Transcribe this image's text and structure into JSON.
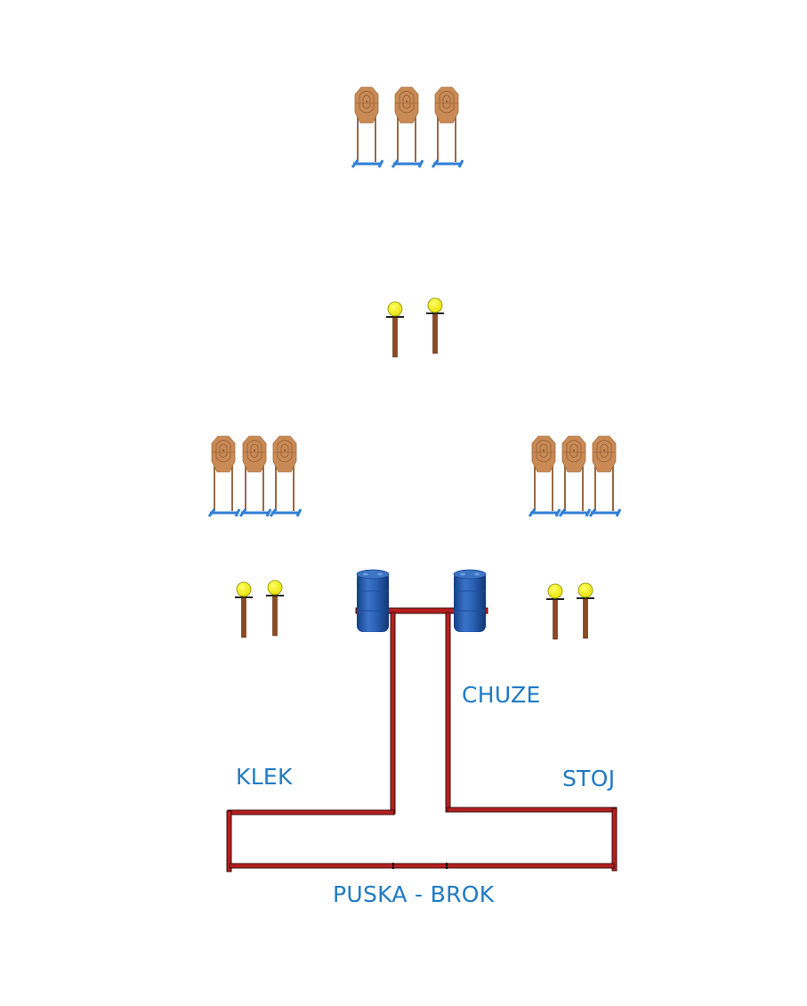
{
  "diagram": {
    "title": "Shooting stage layout",
    "labels": {
      "klek": "KLEK",
      "stoj": "STOJ",
      "chuze": "CHUZE",
      "puska_brok": "PUSKA - BROK"
    },
    "colors": {
      "label": "#1f7ac4",
      "fence": "#b51f1f",
      "fence_outline": "#3a0c0c",
      "target_face": "#c98a55",
      "target_line": "#8a5a32",
      "stand_base": "#2f7fd6",
      "popper_ball": "#f5f01a",
      "popper_post": "#8b4a22",
      "barrel": "#2255a8"
    },
    "elements": {
      "paper_target_groups": [
        {
          "name": "far-center",
          "count": 3
        },
        {
          "name": "mid-left",
          "count": 3
        },
        {
          "name": "mid-right",
          "count": 3
        }
      ],
      "popper_groups": [
        {
          "name": "center",
          "count": 2
        },
        {
          "name": "left",
          "count": 2
        },
        {
          "name": "right",
          "count": 2
        }
      ],
      "barrels": 2
    }
  }
}
